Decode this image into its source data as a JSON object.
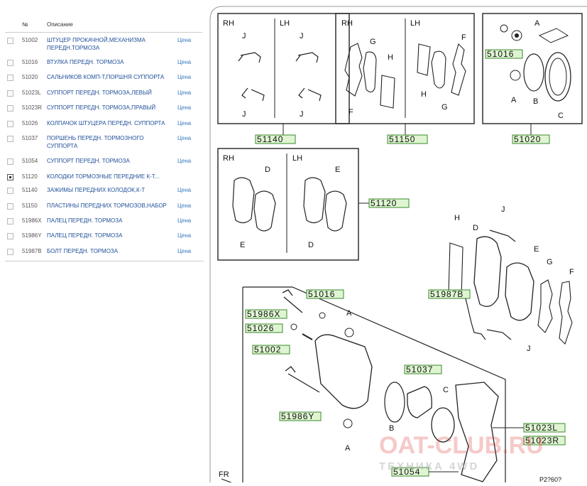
{
  "header": {
    "col_num": "№",
    "col_desc": "Описание"
  },
  "rows": [
    {
      "num": "51002",
      "desc": "ШТУЦЕР ПРОКАЧНОЙ,МЕХАНИЗМА ПЕРЕДН.ТОРМОЗА",
      "price": "Цена",
      "checked": false
    },
    {
      "num": "51016",
      "desc": "ВТУЛКА ПЕРЕДН. ТОРМОЗА",
      "price": "Цена",
      "checked": false
    },
    {
      "num": "51020",
      "desc": "САЛЬНИКОВ КОМП-Т,ПОРШНЯ СУППОРТА",
      "price": "Цена",
      "checked": false
    },
    {
      "num": "51023L",
      "desc": "СУППОРТ ПЕРЕДН. ТОРМОЗА,ЛЕВЫЙ",
      "price": "Цена",
      "checked": false
    },
    {
      "num": "51023R",
      "desc": "СУППОРТ ПЕРЕДН. ТОРМОЗА,ПРАВЫЙ",
      "price": "Цена",
      "checked": false
    },
    {
      "num": "51026",
      "desc": "КОЛПАЧОК ШТУЦЕРА ПЕРЕДН. СУППОРТА",
      "price": "Цена",
      "checked": false
    },
    {
      "num": "51037",
      "desc": "ПОРШЕНЬ ПЕРЕДН. ТОРМОЗНОГО СУППОРТА",
      "price": "Цена",
      "checked": false
    },
    {
      "num": "51054",
      "desc": "СУППОРТ ПЕРЕДН. ТОРМОЗА",
      "price": "Цена",
      "checked": false
    },
    {
      "num": "51120",
      "desc": "КОЛОДКИ ТОРМОЗНЫЕ ПЕРЕДНИЕ К-Т...",
      "price": "",
      "checked": true
    },
    {
      "num": "51140",
      "desc": "ЗАЖИМЫ ПЕРЕДНИХ КОЛОДОК,К-Т",
      "price": "Цена",
      "checked": false
    },
    {
      "num": "51150",
      "desc": "ПЛАСТИНЫ ПЕРЕДНИХ ТОРМОЗОВ,НАБОР",
      "price": "Цена",
      "checked": false
    },
    {
      "num": "51986X",
      "desc": "ПАЛЕЦ ПЕРЕДН. ТОРМОЗА",
      "price": "Цена",
      "checked": false
    },
    {
      "num": "51986Y",
      "desc": "ПАЛЕЦ ПЕРЕДН. ТОРМОЗА",
      "price": "Цена",
      "checked": false
    },
    {
      "num": "51987B",
      "desc": "БОЛТ ПЕРЕДН. ТОРМОЗА",
      "price": "Цена",
      "checked": false
    }
  ],
  "diagram": {
    "side_rh": "RH",
    "side_lh": "LH",
    "fr": "FR",
    "letters": {
      "a": "A",
      "b": "B",
      "c": "C",
      "d": "D",
      "e": "E",
      "f": "F",
      "g": "G",
      "h": "H",
      "j": "J"
    },
    "parts": {
      "p51140": "51140",
      "p51150": "51150",
      "p51020": "51020",
      "p51120": "51120",
      "p51016a": "51016",
      "p51016b": "51016",
      "p51987b": "51987B",
      "p51986x": "51986X",
      "p51026": "51026",
      "p51002": "51002",
      "p51037": "51037",
      "p51986y": "51986Y",
      "p51023l": "51023L",
      "p51023r": "51023R",
      "p51054": "51054"
    },
    "watermark": "OAT-CLUB.RU",
    "watermark_sub": "ТЕХНИКА 4WD",
    "corner_code": "P2?60?"
  }
}
